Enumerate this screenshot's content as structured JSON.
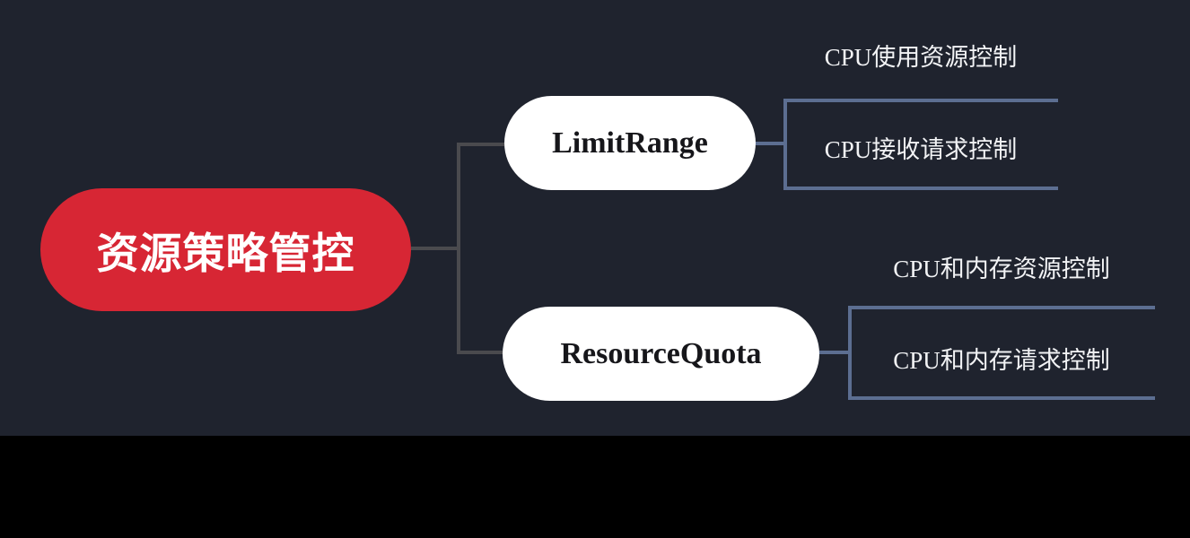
{
  "theme": {
    "background": "#1f232e",
    "footer-bg": "#000000",
    "root-fill": "#d72634",
    "root-text": "#ffffff",
    "node-fill": "#ffffff",
    "node-text": "#16161a",
    "tree-line": "#4a4a4e",
    "leaf-line": "#5c6e91",
    "leaf-text": "#f2f3f5"
  },
  "mindmap": {
    "root": {
      "label": "资源策略管控"
    },
    "branches": [
      {
        "label": "LimitRange",
        "leaves": [
          {
            "label": "CPU使用资源控制"
          },
          {
            "label": "CPU接收请求控制"
          }
        ]
      },
      {
        "label": "ResourceQuota",
        "leaves": [
          {
            "label": "CPU和内存资源控制"
          },
          {
            "label": "CPU和内存请求控制"
          }
        ]
      }
    ]
  }
}
